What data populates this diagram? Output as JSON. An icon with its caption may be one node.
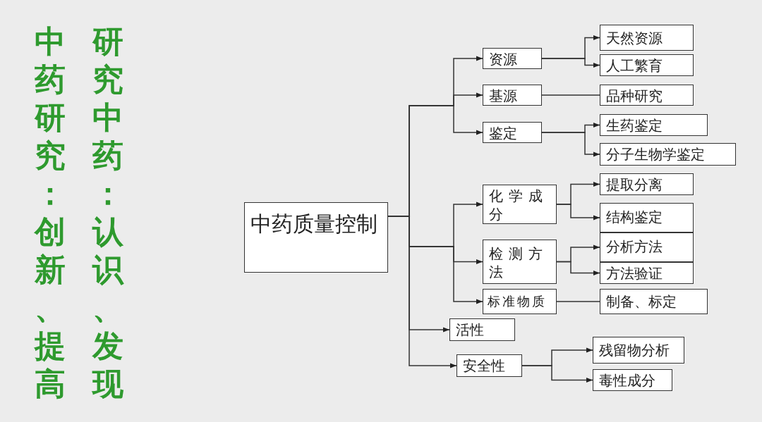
{
  "diagram": {
    "nodes": [
      {
        "text": [
          "中药质量控制"
        ]
      },
      {
        "text": [
          "资源"
        ]
      },
      {
        "text": [
          "基源"
        ]
      },
      {
        "text": [
          "鉴定"
        ]
      },
      {
        "text": [
          "化学成分"
        ]
      },
      {
        "text": [
          "检测方法"
        ]
      },
      {
        "text": [
          "标准物质"
        ]
      },
      {
        "text": [
          "活性"
        ]
      },
      {
        "text": [
          "安全性"
        ]
      },
      {
        "text": [
          "天然资源"
        ]
      },
      {
        "text": [
          "人工繁育"
        ]
      },
      {
        "text": [
          "品种研究"
        ]
      },
      {
        "text": [
          "生药鉴定"
        ]
      },
      {
        "text": [
          "分子生物学鉴定"
        ]
      },
      {
        "text": [
          "提取分离"
        ]
      },
      {
        "text": [
          "结构鉴定"
        ]
      },
      {
        "text": [
          "分析方法"
        ]
      },
      {
        "text": [
          "方法验证"
        ]
      },
      {
        "text": [
          "制备、标定"
        ]
      },
      {
        "text": [
          "残留物分析"
        ]
      },
      {
        "text": [
          "毒性成分"
        ]
      }
    ],
    "edges": [
      {
        "from": 0,
        "to": 1,
        "arrow": "to"
      },
      {
        "from": 0,
        "to": 2,
        "arrow": "to"
      },
      {
        "from": 0,
        "to": 3,
        "arrow": "to"
      },
      {
        "from": 0,
        "to": 4,
        "arrow": "to"
      },
      {
        "from": 0,
        "to": 5,
        "arrow": "to"
      },
      {
        "from": 0,
        "to": 6,
        "arrow": "to"
      },
      {
        "from": 0,
        "to": 7,
        "arrow": "to"
      },
      {
        "from": 0,
        "to": 8,
        "arrow": "to"
      },
      {
        "from": 1,
        "to": 9,
        "arrow": "to"
      },
      {
        "from": 1,
        "to": 10,
        "arrow": "to"
      },
      {
        "from": 2,
        "to": 11,
        "arrow": "none"
      },
      {
        "from": 3,
        "to": 12,
        "arrow": "to"
      },
      {
        "from": 3,
        "to": 13,
        "arrow": "to"
      },
      {
        "from": 4,
        "to": 14,
        "arrow": "to"
      },
      {
        "from": 4,
        "to": 15,
        "arrow": "to"
      },
      {
        "from": 5,
        "to": 16,
        "arrow": "to"
      },
      {
        "from": 5,
        "to": 17,
        "arrow": "to"
      },
      {
        "from": 6,
        "to": 18,
        "arrow": "none"
      },
      {
        "from": 8,
        "to": 19,
        "arrow": "to"
      },
      {
        "from": 8,
        "to": 20,
        "arrow": "to"
      }
    ],
    "labels": [
      "中药研究：创新、提高",
      "研究中药：认识、发现"
    ]
  }
}
